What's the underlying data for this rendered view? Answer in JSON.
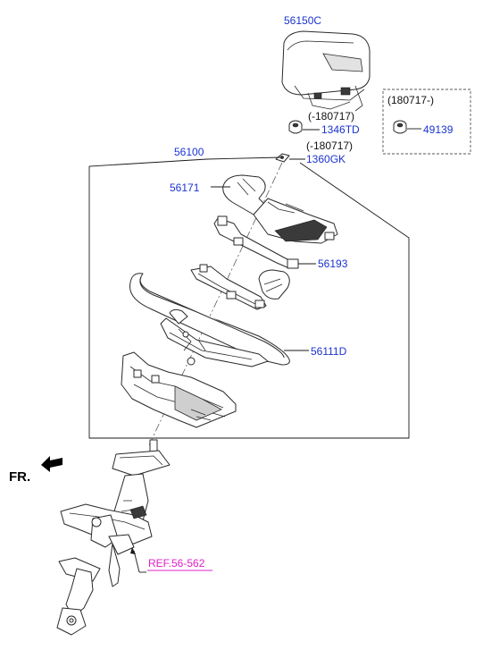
{
  "parts": {
    "airbag_module": "56150C",
    "nut_1346td": "1346TD",
    "date_1346td": "(-180717)",
    "bolt_1360gk": "1360GK",
    "date_1360gk": "(-180717)",
    "nut_49139": "49139",
    "date_49139": "(180717-)",
    "steering_wheel_assy": "56100",
    "remote_cover": "56171",
    "bracket": "56193",
    "steering_wheel_body": "56111D"
  },
  "reference": "REF.56-562",
  "direction": "FR.",
  "colors": {
    "part_label": "#1a33d1",
    "ref_label": "#e020c8",
    "line": "#1a1a1a"
  }
}
